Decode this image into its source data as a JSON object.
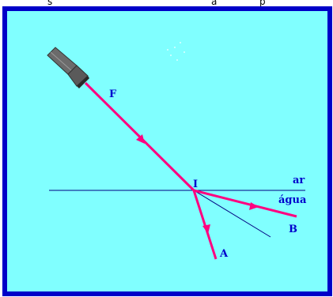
{
  "top_fragments": [
    "s",
    "a",
    "p"
  ],
  "colors": {
    "frame": "#0000c8",
    "background": "#80ffff",
    "ray": "#ff0080",
    "surface": "#000080",
    "normal": "#000080",
    "label": "#0000cc",
    "torch": "#6b6b6b"
  },
  "icon": "flashlight-icon",
  "labels": {
    "incident": "F",
    "incidence_point": "I",
    "upper_medium": "ar",
    "lower_medium": "água",
    "refracted_ray": "A",
    "reflected_ray": "B"
  }
}
